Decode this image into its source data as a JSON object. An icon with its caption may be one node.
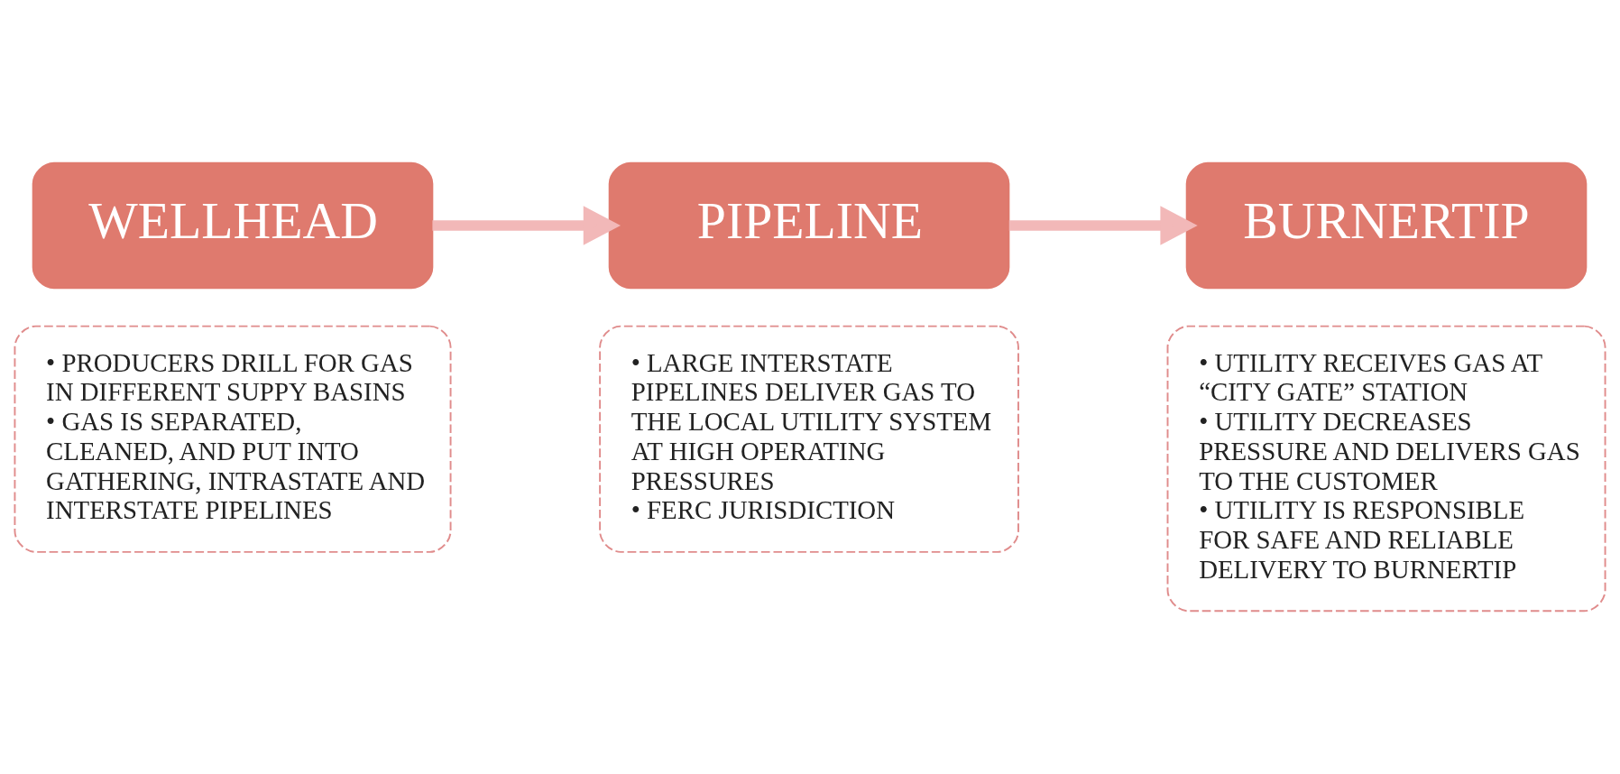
{
  "diagram": {
    "nodes": [
      {
        "text": [
          "WELLHEAD"
        ]
      },
      {
        "text": [
          "• PRODUCERS DRILL FOR GAS IN DIFFERENT SUPPY BASINS",
          "• GAS IS SEPARATED, CLEANED, AND PUT INTO GATHERING, INTRASTATE AND INTERSTATE PIPELINES"
        ]
      },
      {
        "text": [
          "PIPELINE"
        ]
      },
      {
        "text": [
          "• LARGE INTERSTATE PIPELINES DELIVER GAS TO THE LOCAL UTILITY SYSTEM AT HIGH OPERATING PRESSURES",
          "• FERC JURISDICTION"
        ]
      },
      {
        "text": [
          "BURNERTIP"
        ]
      },
      {
        "text": [
          "• UTILITY RECEIVES GAS AT “CITY GATE” STATION",
          "• UTILITY DECREASES PRESSURE AND DELIVERS GAS TO THE CUSTOMER",
          "• UTILITY IS RESPONSIBLE FOR SAFE AND RELIABLE DELIVERY TO BURNERTIP"
        ]
      }
    ],
    "edges": [
      {
        "from": 0,
        "to": 2,
        "arrow": "to"
      },
      {
        "from": 2,
        "to": 4,
        "arrow": "to"
      }
    ]
  }
}
